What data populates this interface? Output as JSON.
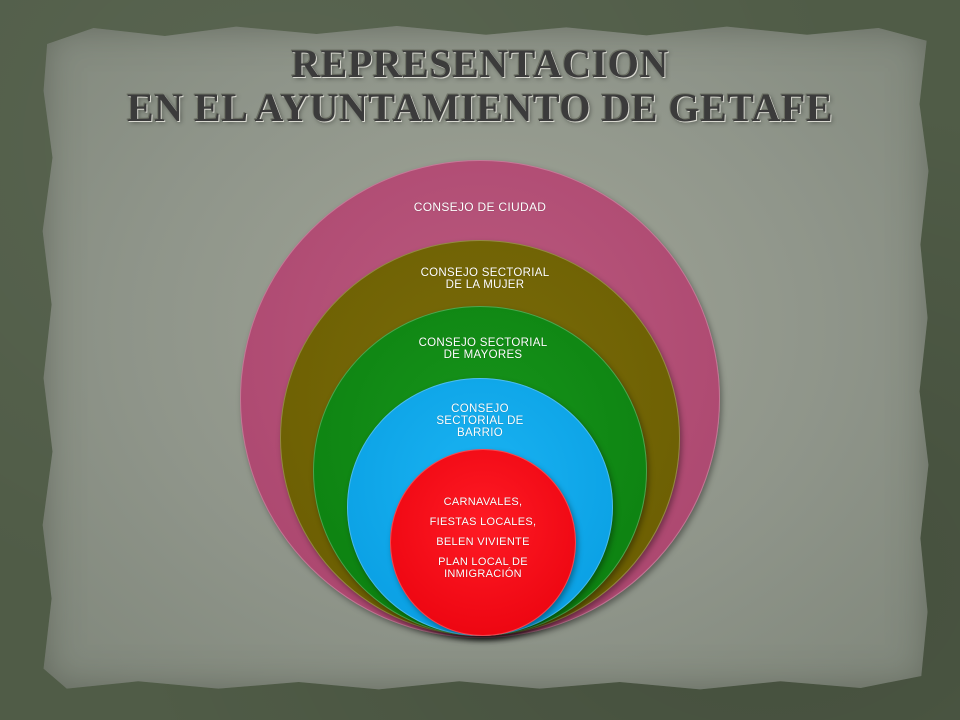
{
  "slide": {
    "title_line1": "REPRESENTACION",
    "title_line2": "EN EL AYUNTAMIENTO DE GETAFE"
  },
  "diagram": {
    "rings": [
      {
        "label": "CONSEJO DE CIUDAD",
        "color": "#b0466f"
      },
      {
        "label_line1": "CONSEJO  SECTORIAL",
        "label_line2": "DE LA MUJER",
        "color": "#6f6200"
      },
      {
        "label_line1": "CONSEJO  SECTORIAL",
        "label_line2": "DE MAYORES",
        "color": "#0d8611"
      },
      {
        "label_line1": "CONSEJO",
        "label_line2": "SECTORIAL  DE",
        "label_line3": "BARRIO",
        "color": "#0aa2e6"
      }
    ],
    "center": {
      "color": "#f00612",
      "items": [
        "CARNAVALES,",
        "FIESTAS LOCALES,",
        "BELEN VIVIENTE",
        "PLAN LOCAL DE INMIGRACIÓN"
      ]
    }
  }
}
